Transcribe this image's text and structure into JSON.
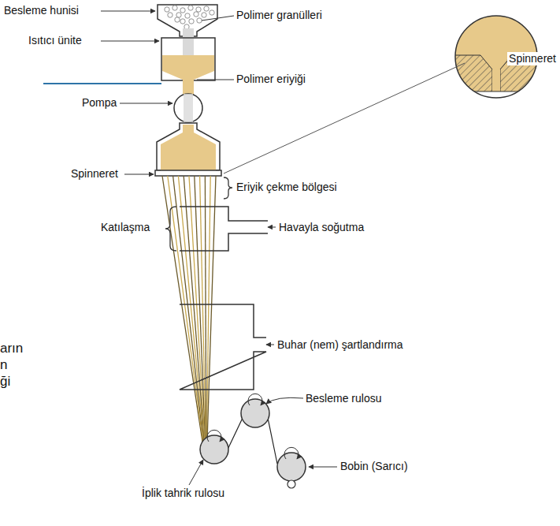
{
  "diagram": {
    "labels": [
      "Besleme hunisi",
      "Polimer granülleri",
      "Isıtıcı ünite",
      "Polimer eriyiği",
      "Pompa",
      "Spinneret",
      "Spinneret",
      "Eriyik çekme bölgesi",
      "Katılaşma",
      "Havayla soğutma",
      "Buhar (nem) şartlandırma",
      "Besleme rulosu",
      "İplik tahrik rulosu",
      "Bobin (Sarıcı)",
      "arın",
      "n",
      "ği"
    ]
  }
}
